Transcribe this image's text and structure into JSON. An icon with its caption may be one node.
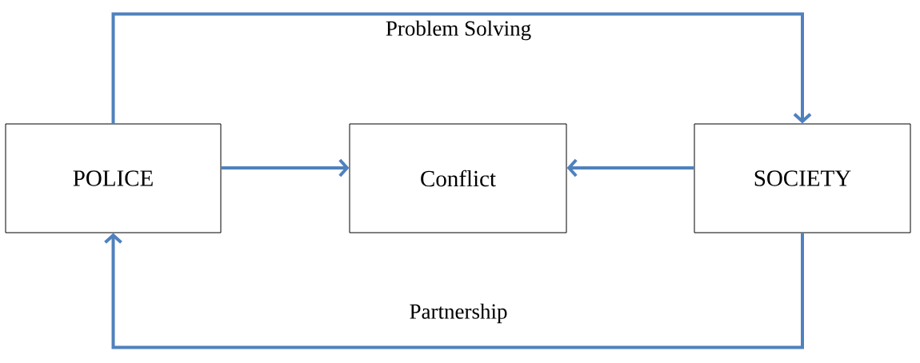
{
  "diagram": {
    "nodes": [
      {
        "text": [
          "POLICE"
        ]
      },
      {
        "text": [
          "Conflict"
        ]
      },
      {
        "text": [
          "SOCIETY"
        ]
      }
    ],
    "edges": [
      {
        "from": 0,
        "to": 2,
        "arrow": "to",
        "label": "Problem Solving"
      },
      {
        "from": 0,
        "to": 1,
        "arrow": "to"
      },
      {
        "from": 2,
        "to": 1,
        "arrow": "to"
      },
      {
        "from": 2,
        "to": 0,
        "arrow": "to",
        "label": "Partnership"
      }
    ]
  }
}
